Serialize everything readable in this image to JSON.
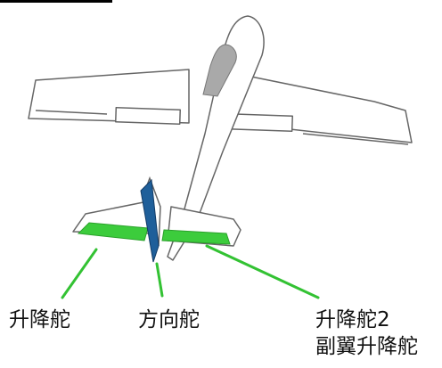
{
  "labels": {
    "elevator": "升降舵",
    "rudder": "方向舵",
    "elevator2_line1": "升降舵2",
    "elevator2_line2": "副翼升降舵"
  },
  "colors": {
    "elevator_surface": "#3ccc3c",
    "rudder_surface": "#1f5f9a",
    "leader_line": "#33c233",
    "canopy": "#a9a9a9",
    "outline": "#666666"
  }
}
